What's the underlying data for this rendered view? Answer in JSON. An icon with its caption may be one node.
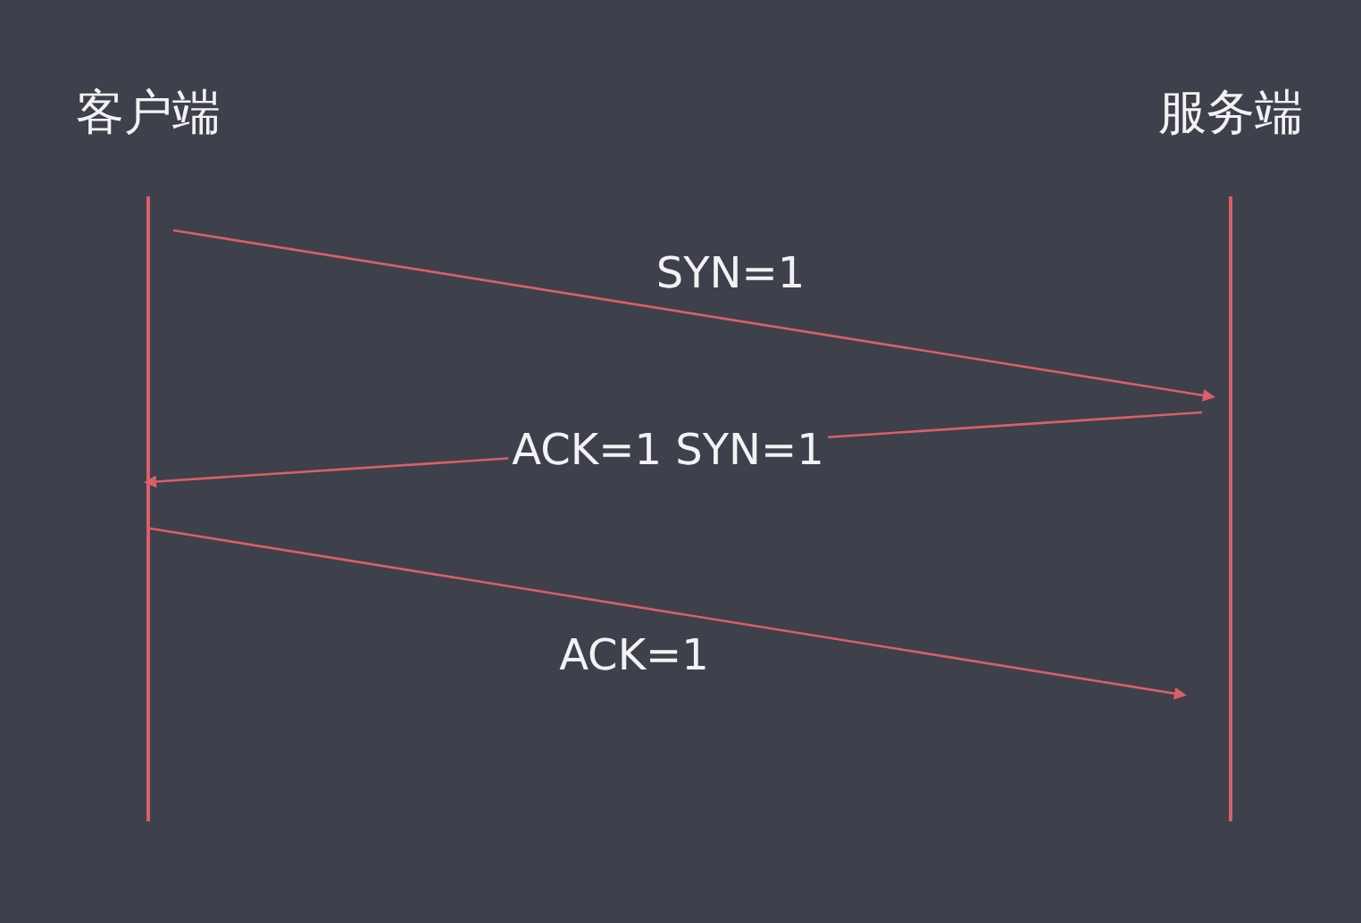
{
  "diagram": {
    "nodes": [
      {
        "text": [
          "客户端"
        ]
      },
      {
        "text": [
          "服务端"
        ]
      }
    ],
    "edges": [
      {
        "from": 0,
        "to": 1,
        "arrow": "to",
        "label": "SYN=1"
      },
      {
        "from": 1,
        "to": 0,
        "arrow": "to",
        "label": "ACK=1 SYN=1"
      },
      {
        "from": 0,
        "to": 1,
        "arrow": "to",
        "label": "ACK=1"
      }
    ]
  }
}
